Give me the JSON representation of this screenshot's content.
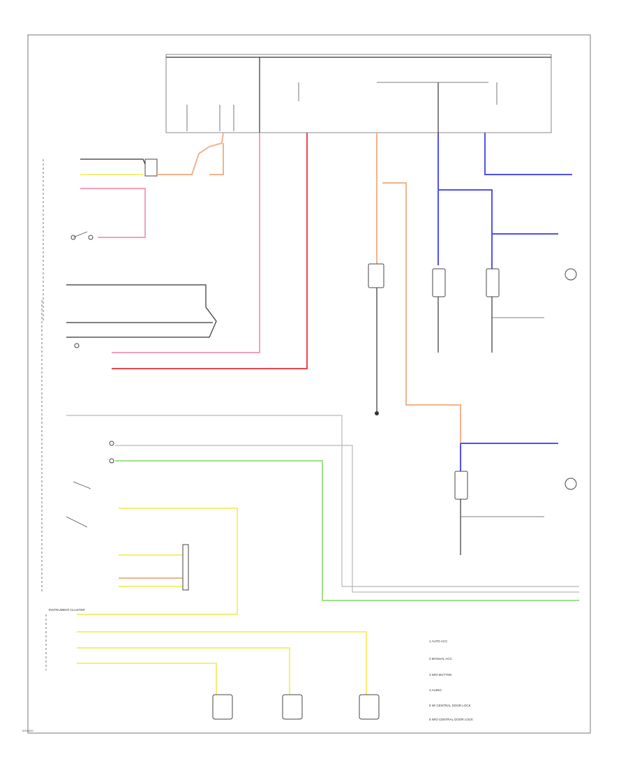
{
  "colors": {
    "pink": "#f4a0b8",
    "red": "#e8484e",
    "orange": "#f0b38a",
    "blue": "#5050f0",
    "yellow": "#f3ef78",
    "green": "#9fe08a",
    "grey": "#b8b8b8",
    "black": "#333333"
  },
  "legend": {
    "items": [
      "1 AUTO ACC",
      "2 MANUAL ACC",
      "3 W/O BUTTON",
      "4 AUDIO",
      "5 W/ CENTRAL DOOR LOCK",
      "6 W/O CENTRAL DOOR LOCK"
    ]
  },
  "labels": {
    "instrument_cluster": "INSTRUMENT CLUSTER",
    "footer_code": "0000000"
  }
}
